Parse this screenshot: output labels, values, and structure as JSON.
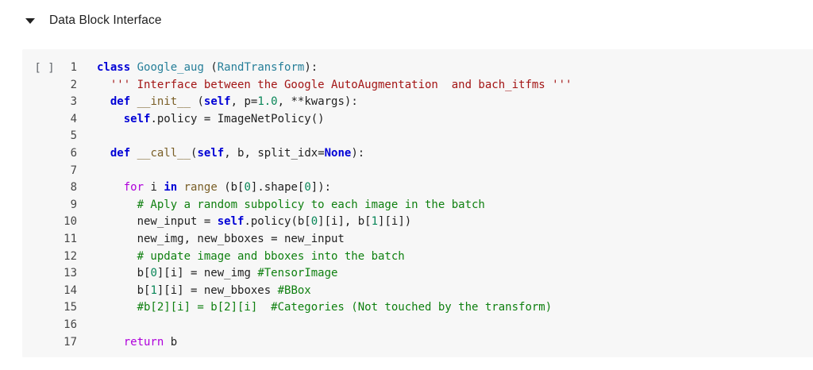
{
  "header": {
    "title": "Data Block Interface",
    "collapse_icon": "caret-down"
  },
  "cell": {
    "run_indicator": "[ ]",
    "language": "python",
    "colors": {
      "cell_background": "#f7f7f7",
      "keyword": "#0000d6",
      "control_keyword": "#af00db",
      "function_name": "#795e26",
      "number": "#098658",
      "string": "#a31515",
      "comment": "#0f8010",
      "class_name": "#267f99",
      "plain": "#1f1f1f"
    },
    "code": {
      "lines": [
        {
          "no": "1",
          "tokens": [
            [
              "k",
              "class"
            ],
            [
              "p",
              " "
            ],
            [
              "t",
              "Google_aug"
            ],
            [
              "p",
              " ("
            ],
            [
              "t",
              "RandTransform"
            ],
            [
              "p",
              "):"
            ]
          ]
        },
        {
          "no": "2",
          "tokens": [
            [
              "s",
              "  ''' Interface between the Google AutoAugmentation  and bach_itfms '''"
            ]
          ]
        },
        {
          "no": "3",
          "tokens": [
            [
              "p",
              "  "
            ],
            [
              "k",
              "def"
            ],
            [
              "p",
              " "
            ],
            [
              "f",
              "__init__"
            ],
            [
              "p",
              " ("
            ],
            [
              "k",
              "self"
            ],
            [
              "p",
              ", p="
            ],
            [
              "n",
              "1.0"
            ],
            [
              "p",
              ", **kwargs):"
            ]
          ]
        },
        {
          "no": "4",
          "tokens": [
            [
              "p",
              "    "
            ],
            [
              "k",
              "self"
            ],
            [
              "p",
              ".policy = ImageNetPolicy()"
            ]
          ]
        },
        {
          "no": "5",
          "tokens": []
        },
        {
          "no": "6",
          "tokens": [
            [
              "p",
              "  "
            ],
            [
              "k",
              "def"
            ],
            [
              "p",
              " "
            ],
            [
              "f",
              "__call__"
            ],
            [
              "p",
              "("
            ],
            [
              "k",
              "self"
            ],
            [
              "p",
              ", b, split_idx="
            ],
            [
              "k",
              "None"
            ],
            [
              "p",
              "):"
            ]
          ]
        },
        {
          "no": "7",
          "tokens": []
        },
        {
          "no": "8",
          "tokens": [
            [
              "p",
              "    "
            ],
            [
              "c",
              "for"
            ],
            [
              "p",
              " i "
            ],
            [
              "k",
              "in"
            ],
            [
              "p",
              " "
            ],
            [
              "f",
              "range"
            ],
            [
              "p",
              " (b["
            ],
            [
              "n",
              "0"
            ],
            [
              "p",
              "].shape["
            ],
            [
              "n",
              "0"
            ],
            [
              "p",
              "]):"
            ]
          ]
        },
        {
          "no": "9",
          "tokens": [
            [
              "m",
              "      # Aply a random subpolicy to each image in the batch"
            ]
          ]
        },
        {
          "no": "10",
          "tokens": [
            [
              "p",
              "      new_input = "
            ],
            [
              "k",
              "self"
            ],
            [
              "p",
              ".policy(b["
            ],
            [
              "n",
              "0"
            ],
            [
              "p",
              "][i], b["
            ],
            [
              "n",
              "1"
            ],
            [
              "p",
              "][i])"
            ]
          ]
        },
        {
          "no": "11",
          "tokens": [
            [
              "p",
              "      new_img, new_bboxes = new_input"
            ]
          ]
        },
        {
          "no": "12",
          "tokens": [
            [
              "m",
              "      # update image and bboxes into the batch"
            ]
          ]
        },
        {
          "no": "13",
          "tokens": [
            [
              "p",
              "      b["
            ],
            [
              "n",
              "0"
            ],
            [
              "p",
              "][i] = new_img "
            ],
            [
              "m",
              "#TensorImage"
            ]
          ]
        },
        {
          "no": "14",
          "tokens": [
            [
              "p",
              "      b["
            ],
            [
              "n",
              "1"
            ],
            [
              "p",
              "][i] = new_bboxes "
            ],
            [
              "m",
              "#BBox"
            ]
          ]
        },
        {
          "no": "15",
          "tokens": [
            [
              "m",
              "      #b[2][i] = b[2][i]  #Categories (Not touched by the transform)"
            ]
          ]
        },
        {
          "no": "16",
          "tokens": []
        },
        {
          "no": "17",
          "tokens": [
            [
              "p",
              "    "
            ],
            [
              "c",
              "return"
            ],
            [
              "p",
              " b"
            ]
          ]
        }
      ]
    }
  }
}
